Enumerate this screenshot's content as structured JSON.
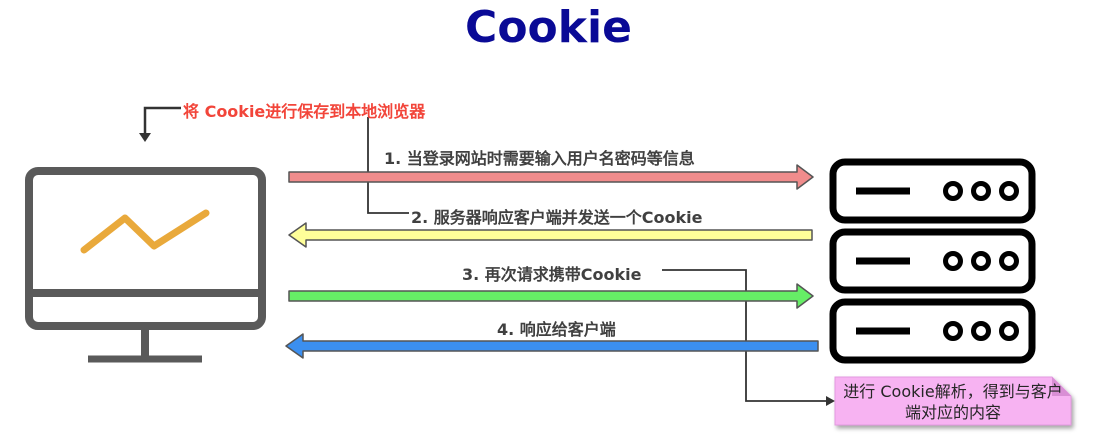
{
  "title": "Cookie",
  "save_note": "将 Cookie进行保存到本地浏览器",
  "steps": [
    {
      "label": "1. 当登录网站时需要输入用户名密码等信息",
      "color": "#f08c8c"
    },
    {
      "label": "2. 服务器响应客户端并发送一个Cookie",
      "color": "#ffff99"
    },
    {
      "label": "3. 再次请求携带Cookie",
      "color": "#66ee66"
    },
    {
      "label": "4. 响应给客户端",
      "color": "#3b8ff0"
    }
  ],
  "note": "进行 Cookie解析，得到与客户端对应的内容",
  "colors": {
    "title": "#0a0a96",
    "save_note": "#f2453a",
    "note_fill": "#f7b3f2",
    "monitor": "#5a5a5a",
    "server": "#000000",
    "line_graph": "#e9a93b"
  },
  "icons": {
    "client": "desktop-monitor-icon",
    "server": "server-rack-icon"
  }
}
